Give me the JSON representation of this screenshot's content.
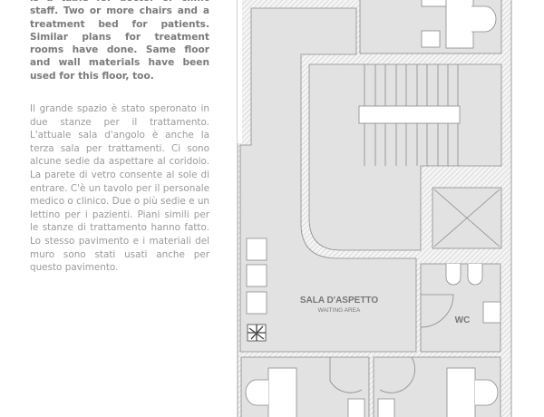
{
  "description_en": "is a table for doctor or clinic staff. Two or more chairs and a treatment bed for patients. Similar plans for treatment rooms have done. Same floor and wall materials have been used for this floor, too.",
  "description_it": "Il grande spazio è stato speronato in due stanze per il trattamento. L'attuale sala d'angolo è anche la terza sala per trattamenti. Ci sono alcune sedie da aspettare al coridoio. La parete di vetro consente al sole di entrare. C'è un tavolo per il personale medico o clinico. Due o più sedie e un lettino per i pazienti. Piani simili per le stanze di trattamento hanno fatto. Lo stesso pavimento e i materiali del muro sono stati usati anche per questo pavimento.",
  "plan": {
    "waiting_room_label": "SALA D'ASPETTO",
    "waiting_room_sublabel": "WAITING AREA",
    "wc_label": "WC"
  },
  "colors": {
    "floor": "#e2e2e2",
    "wall_line": "#8a8a8a",
    "text_bold": "#7a7a7a",
    "text_body": "#9a9a9a"
  }
}
